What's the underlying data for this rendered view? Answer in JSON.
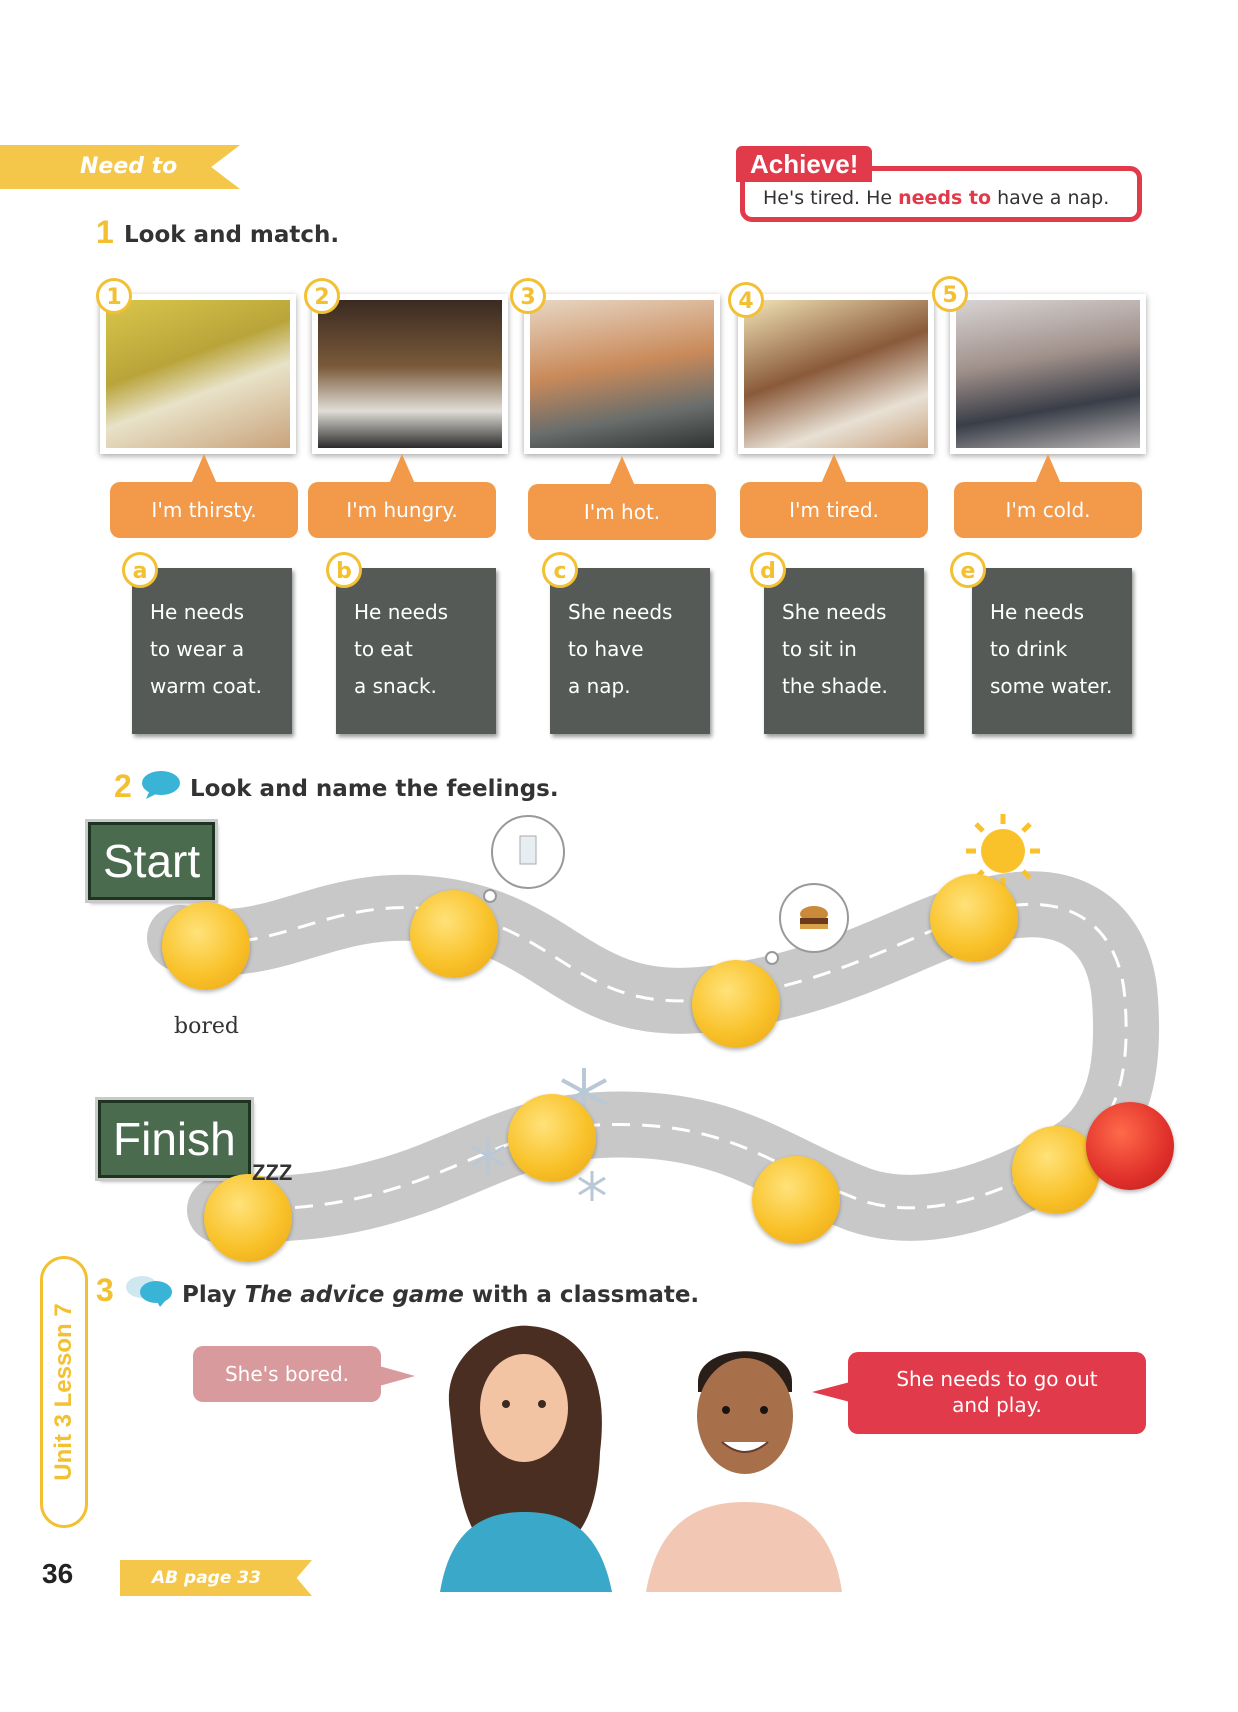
{
  "header": {
    "section_tag": "Need to"
  },
  "achieve": {
    "label": "Achieve!",
    "sentence_start": "He's tired. He ",
    "highlight": "needs to",
    "sentence_end": " have a nap."
  },
  "section1": {
    "number": "1",
    "title": "Look and match.",
    "photos": [
      {
        "number": "1",
        "caption": "I'm thirsty."
      },
      {
        "number": "2",
        "caption": "I'm hungry."
      },
      {
        "number": "3",
        "caption": "I'm hot."
      },
      {
        "number": "4",
        "caption": "I'm tired."
      },
      {
        "number": "5",
        "caption": "I'm cold."
      }
    ],
    "answers": [
      {
        "letter": "a",
        "lines": [
          "He needs",
          "to wear a",
          "warm coat."
        ]
      },
      {
        "letter": "b",
        "lines": [
          "He needs",
          "to eat",
          "a snack."
        ]
      },
      {
        "letter": "c",
        "lines": [
          "She needs",
          "to have",
          "a nap."
        ]
      },
      {
        "letter": "d",
        "lines": [
          "She needs",
          "to sit in",
          "the shade."
        ]
      },
      {
        "letter": "e",
        "lines": [
          "He needs",
          "to drink",
          "some water."
        ]
      }
    ]
  },
  "section2": {
    "number": "2",
    "title": "Look and name the feelings.",
    "start_label": "Start",
    "finish_label": "Finish",
    "example_answer": "bored",
    "sleep_zzz": "ZZZ"
  },
  "section3": {
    "number": "3",
    "title_start": "Play ",
    "title_italic": "The advice game",
    "title_end": " with a classmate.",
    "girl_bubble": "She's bored.",
    "boy_bubble_line1": "She needs to go out",
    "boy_bubble_line2": "and play."
  },
  "footer": {
    "unit_tab": "Unit 3 Lesson 7",
    "page_number": "36",
    "ab_page": "AB page 33"
  },
  "colors": {
    "accent_yellow": "#f2c030",
    "accent_red": "#e13a4b",
    "accent_orange": "#f2994a",
    "board_gray": "#555a57",
    "sign_green": "#4a6b4e"
  }
}
